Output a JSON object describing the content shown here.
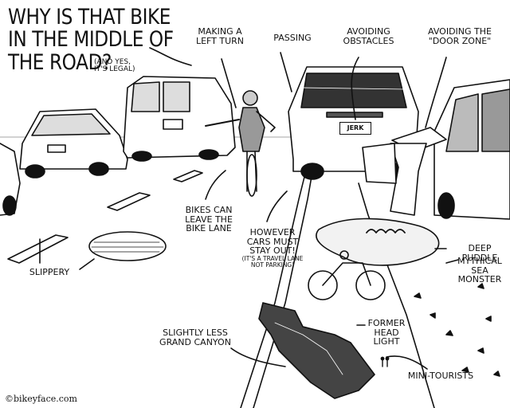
{
  "title": "Why is that bike in the middle of the road?",
  "title_lines": [
    "WHY IS THAT BIKE",
    "IN THE MIDDLE OF",
    "THE ROAD?"
  ],
  "title_note_lines": [
    "(AND YES,",
    "IT'S LEGAL)"
  ],
  "labels": {
    "left_turn": [
      "MAKING A",
      "LEFT TURN"
    ],
    "passing": [
      "PASSING"
    ],
    "obstacles": [
      "AVOIDING",
      "OBSTACLES"
    ],
    "door_zone": [
      "AVOIDING THE",
      "\"DOOR ZONE\""
    ],
    "bike_lane": [
      "BIKES CAN",
      "LEAVE THE",
      "BIKE LANE"
    ],
    "cars_stay_out": [
      "HOWEVER",
      "CARS MUST",
      "STAY OUT!"
    ],
    "travel_lane_note": [
      "(IT'S A TRAVEL LANE",
      "NOT PARKING)"
    ],
    "slippery": [
      "SLIPPERY"
    ],
    "deep_puddle": [
      "DEEP PUDDLE"
    ],
    "sea_monster": [
      "MYTHICAL",
      "SEA MONSTER"
    ],
    "head_light": [
      "FORMER",
      "HEAD LIGHT"
    ],
    "grand_canyon": [
      "SLIGHTLY LESS",
      "GRAND CANYON"
    ],
    "mini_tourists": [
      "MINI-TOURISTS"
    ]
  },
  "plate_text": "JERK",
  "credit": "©bikeyface.com"
}
